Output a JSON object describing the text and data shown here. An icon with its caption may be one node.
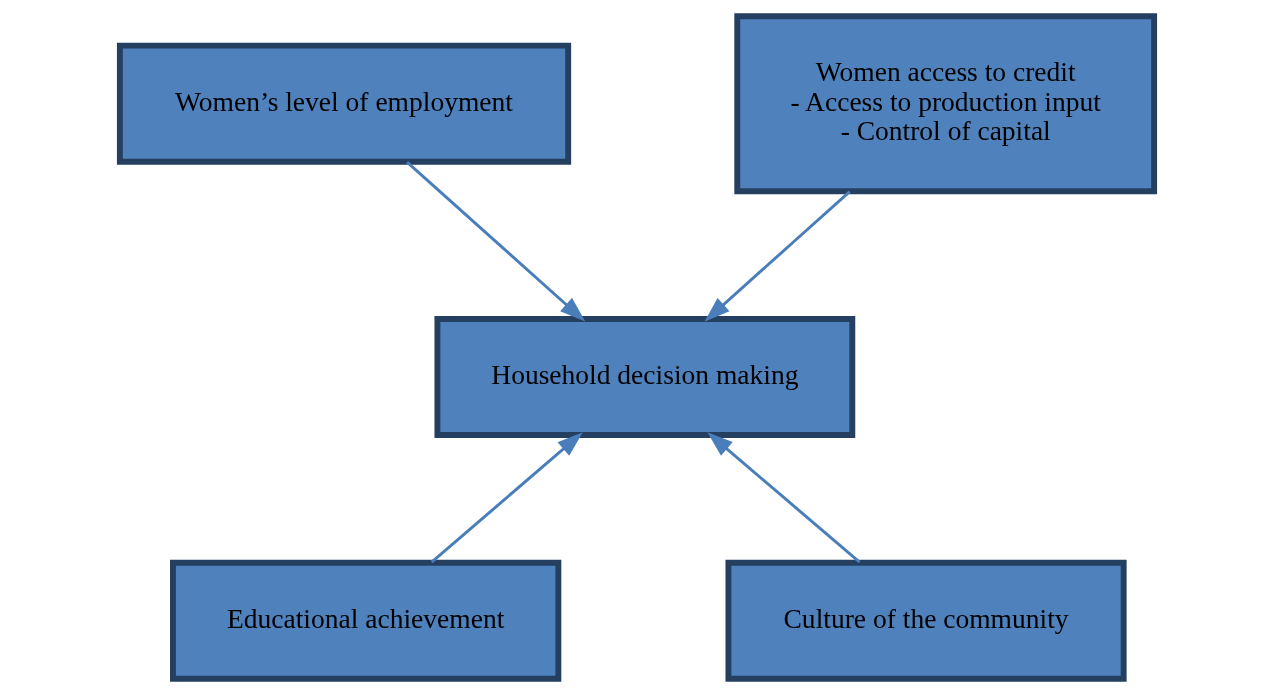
{
  "diagram": {
    "nodes": [
      {
        "text": [
          "Women’s level of employment"
        ]
      },
      {
        "text": [
          "Women access to credit",
          "- Access to production input",
          "- Control of capital"
        ]
      },
      {
        "text": [
          "Household decision making"
        ]
      },
      {
        "text": [
          "Educational achievement"
        ]
      },
      {
        "text": [
          "Culture of the community"
        ]
      }
    ],
    "edges": [
      {
        "from": 0,
        "to": 2,
        "arrow": "to"
      },
      {
        "from": 1,
        "to": 2,
        "arrow": "to"
      },
      {
        "from": 3,
        "to": 2,
        "arrow": "to"
      },
      {
        "from": 4,
        "to": 2,
        "arrow": "to"
      }
    ]
  }
}
